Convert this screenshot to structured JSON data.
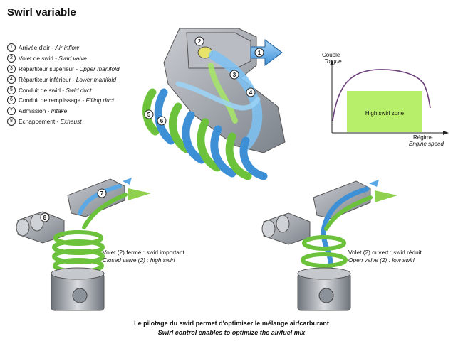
{
  "title": "Swirl variable",
  "legend": [
    {
      "num": "1",
      "fr": "Arrivée d'air",
      "en": "Air inflow"
    },
    {
      "num": "2",
      "fr": "Volet de swirl",
      "en": "Swirl valve"
    },
    {
      "num": "3",
      "fr": "Répartiteur supérieur",
      "en": "Upper manifold"
    },
    {
      "num": "4",
      "fr": "Répartiteur inférieur",
      "en": "Lower manifold"
    },
    {
      "num": "5",
      "fr": "Conduit de swirl",
      "en": "Swirl duct"
    },
    {
      "num": "6",
      "fr": "Conduit de remplissage",
      "en": "Filling duct"
    },
    {
      "num": "7",
      "fr": "Admission",
      "en": "Intake"
    },
    {
      "num": "8",
      "fr": "Echappement",
      "en": "Exhaust"
    }
  ],
  "callouts": {
    "c1": "1",
    "c2": "2",
    "c3": "3",
    "c4": "4",
    "c5": "5",
    "c6": "6",
    "c7": "7",
    "c8": "8"
  },
  "graph": {
    "y_label_fr": "Couple",
    "y_label_en": "Torque",
    "x_label_fr": "Régime",
    "x_label_en": "Engine speed",
    "zone_label": "High swirl zone"
  },
  "left_caption": {
    "line1": "Volet (2) fermé : swirl important",
    "line2": "Closed valve (2) : high swirl"
  },
  "right_caption": {
    "line1": "Volet (2) ouvert : swirl réduit",
    "line2": "Open valve (2) : low swirl"
  },
  "bottom_caption": {
    "fr": "Le pilotage du swirl permet d'optimiser le mélange air/carburant",
    "en": "Swirl control enables to optimize the air/fuel mix"
  },
  "colors": {
    "green": "#8fd14f",
    "blue": "#5aa9e6",
    "grey": "#9a9fa6",
    "dark": "#222222"
  }
}
